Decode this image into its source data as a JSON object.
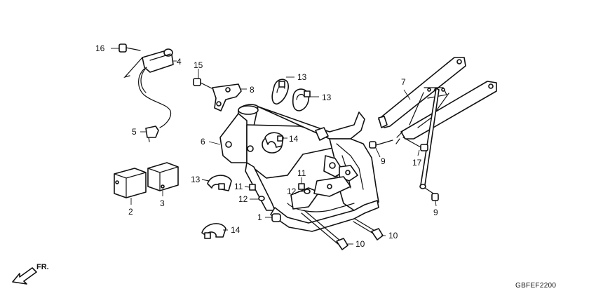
{
  "diagram_code": "GBFEF2200",
  "direction_label": "FR.",
  "callouts": [
    {
      "id": "c16",
      "label": "16"
    },
    {
      "id": "c4",
      "label": "4"
    },
    {
      "id": "c15",
      "label": "15"
    },
    {
      "id": "c8",
      "label": "8"
    },
    {
      "id": "c13a",
      "label": "13"
    },
    {
      "id": "c13b",
      "label": "13"
    },
    {
      "id": "c7",
      "label": "7"
    },
    {
      "id": "c5",
      "label": "5"
    },
    {
      "id": "c6",
      "label": "6"
    },
    {
      "id": "c14a",
      "label": "14"
    },
    {
      "id": "c9a",
      "label": "9"
    },
    {
      "id": "c17",
      "label": "17"
    },
    {
      "id": "c13c",
      "label": "13"
    },
    {
      "id": "c11a",
      "label": "11"
    },
    {
      "id": "c11b",
      "label": "11"
    },
    {
      "id": "c12a",
      "label": "12"
    },
    {
      "id": "c12b",
      "label": "12"
    },
    {
      "id": "c2",
      "label": "2"
    },
    {
      "id": "c3",
      "label": "3"
    },
    {
      "id": "c1",
      "label": "1"
    },
    {
      "id": "c14b",
      "label": "14"
    },
    {
      "id": "c10a",
      "label": "10"
    },
    {
      "id": "c10b",
      "label": "10"
    },
    {
      "id": "c9b",
      "label": "9"
    }
  ]
}
